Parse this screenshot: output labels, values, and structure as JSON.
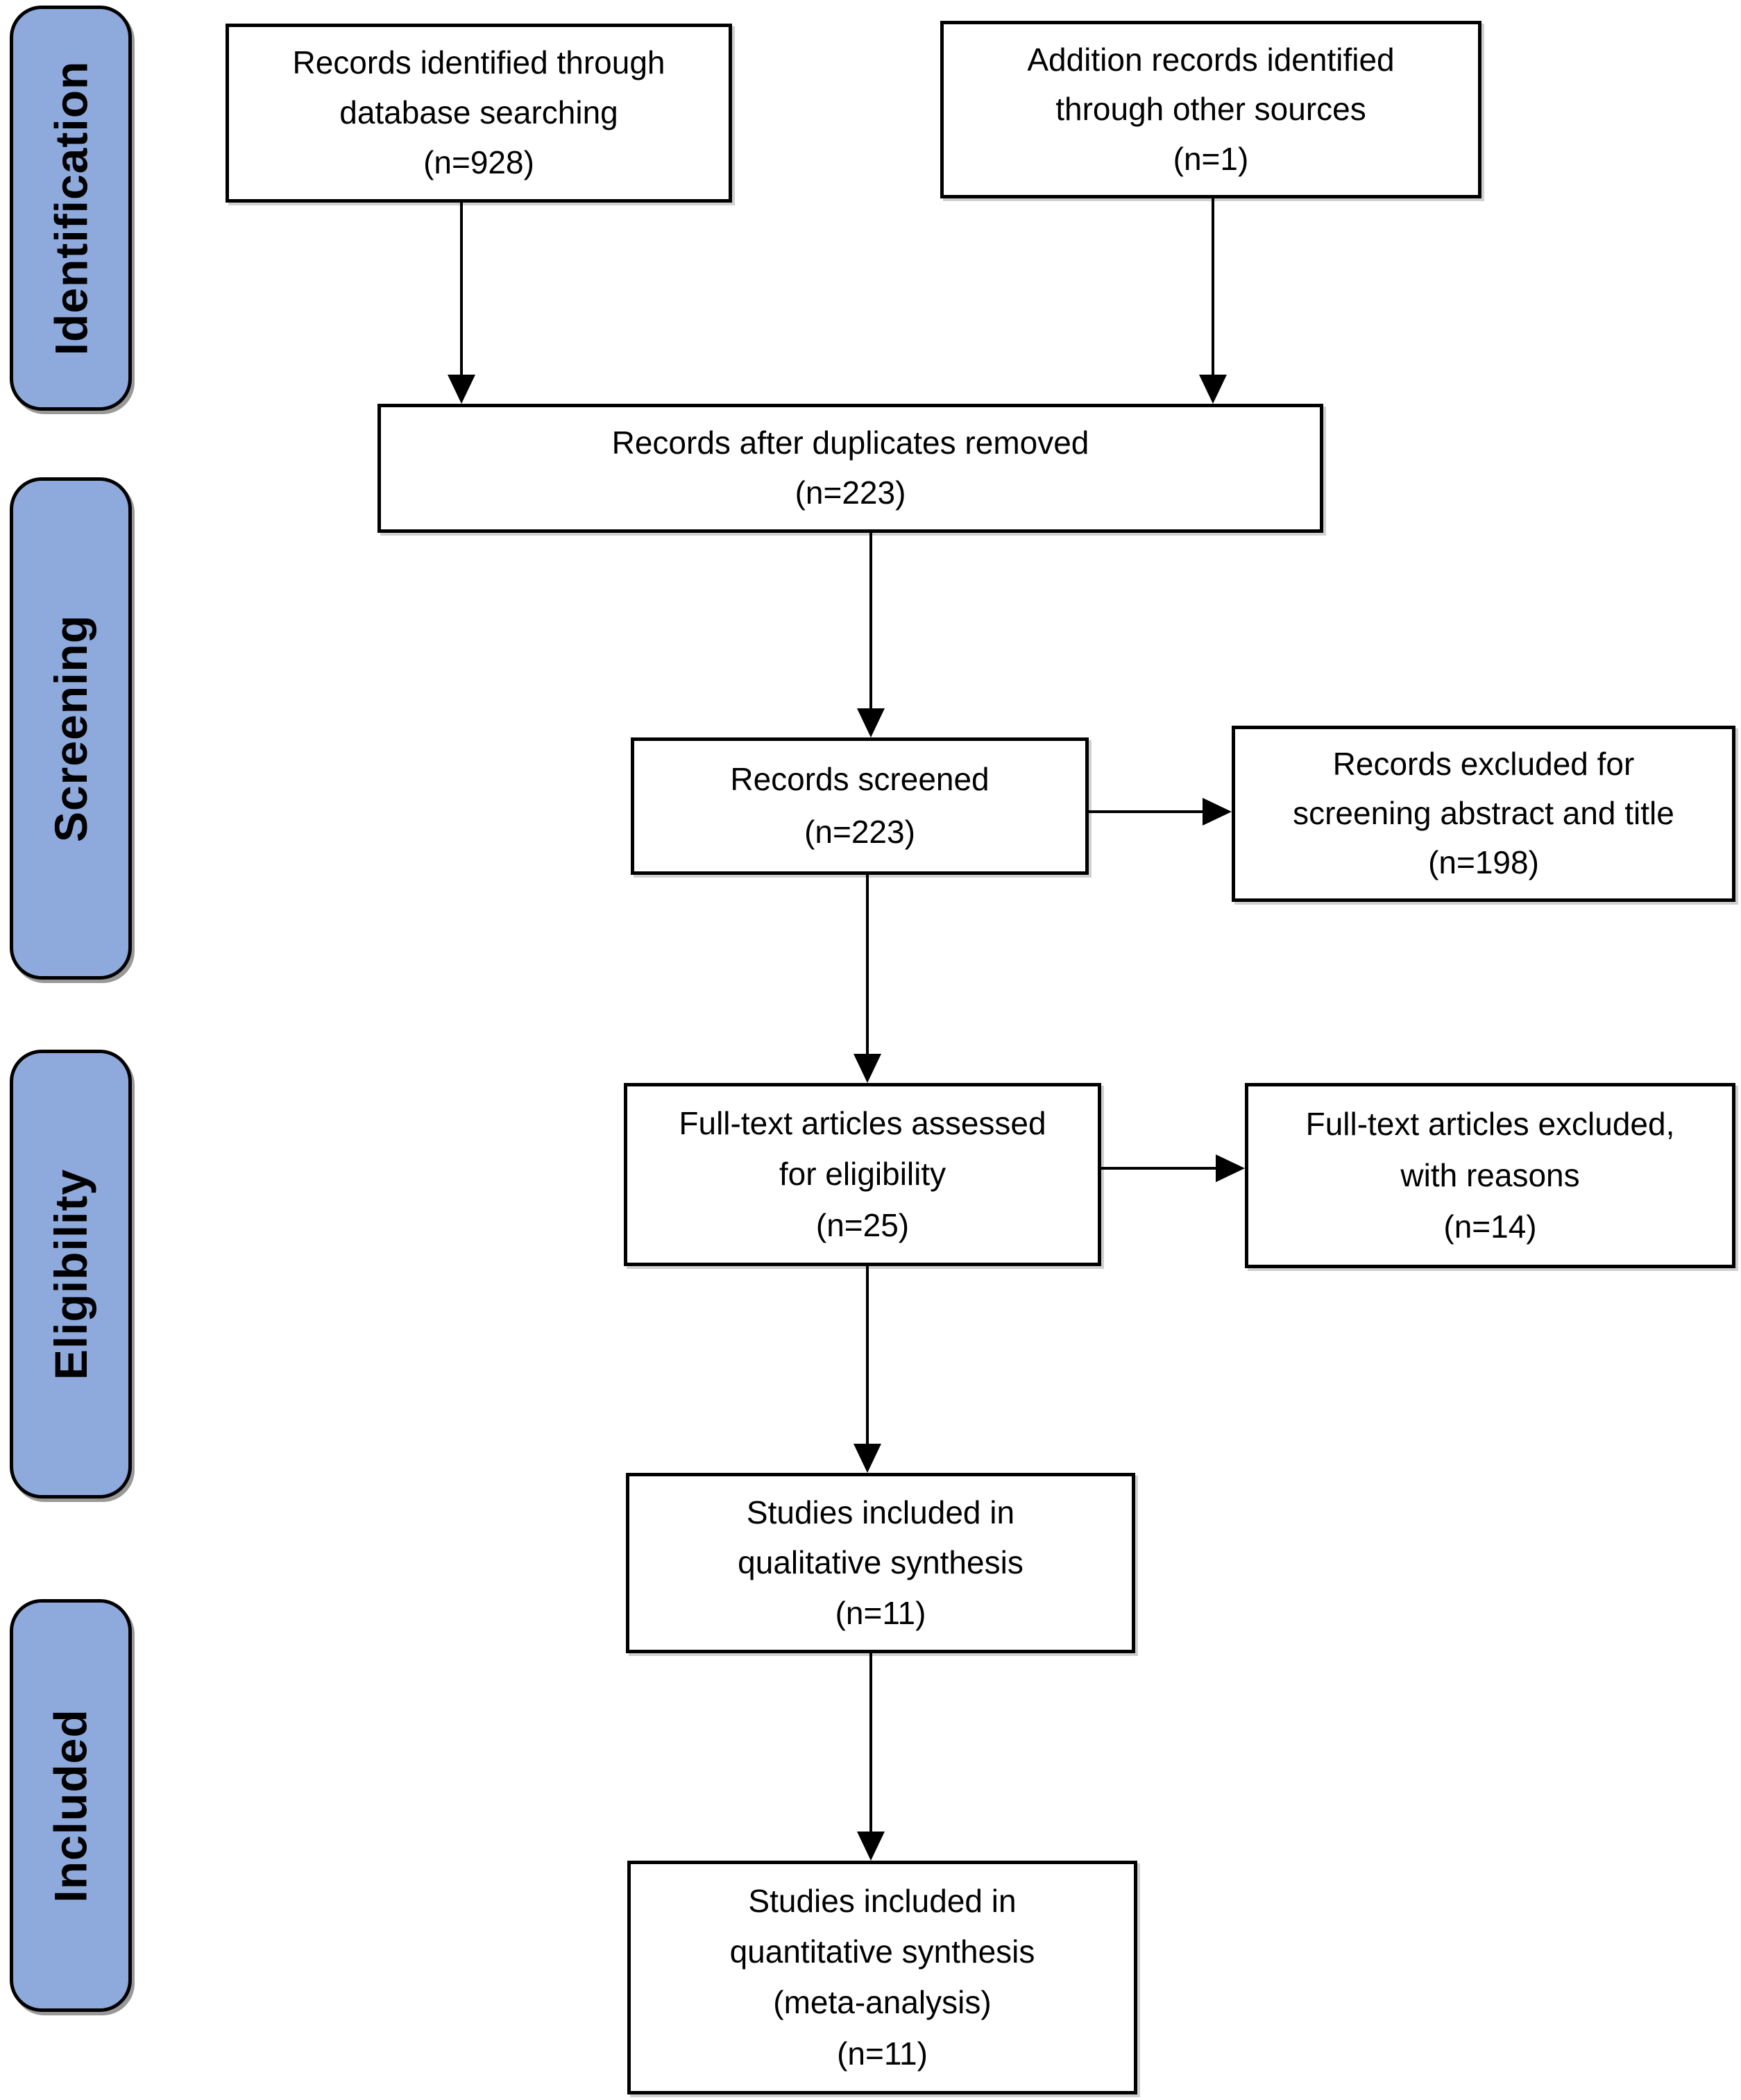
{
  "stages": [
    {
      "label": "Identification"
    },
    {
      "label": "Screening"
    },
    {
      "label": "Eligibility"
    },
    {
      "label": "Included"
    }
  ],
  "boxes": {
    "identified": {
      "lines": [
        "Records identified through",
        "database searching",
        "(n=928)"
      ]
    },
    "additional": {
      "lines": [
        "Addition records identified",
        "through other sources",
        "(n=1)"
      ]
    },
    "duplicates_removed": {
      "lines": [
        "Records after duplicates removed",
        "(n=223)"
      ]
    },
    "screened": {
      "lines": [
        "Records screened",
        "(n=223)"
      ]
    },
    "excluded_screening": {
      "lines": [
        "Records excluded for",
        "screening abstract and title",
        "(n=198)"
      ]
    },
    "fulltext_assessed": {
      "lines": [
        "Full-text articles assessed",
        "for eligibility",
        "(n=25)"
      ]
    },
    "fulltext_excluded": {
      "lines": [
        "Full-text articles excluded,",
        "with reasons",
        "(n=14)"
      ]
    },
    "qualitative": {
      "lines": [
        "Studies included in",
        "qualitative synthesis",
        "(n=11)"
      ]
    },
    "quantitative": {
      "lines": [
        "Studies included in",
        "quantitative synthesis",
        "(meta-analysis)",
        "(n=11)"
      ]
    }
  },
  "colors": {
    "stage_fill": "#8EA9DC",
    "border": "#000000",
    "box_fill": "#FFFFFF",
    "text": "#000000"
  }
}
